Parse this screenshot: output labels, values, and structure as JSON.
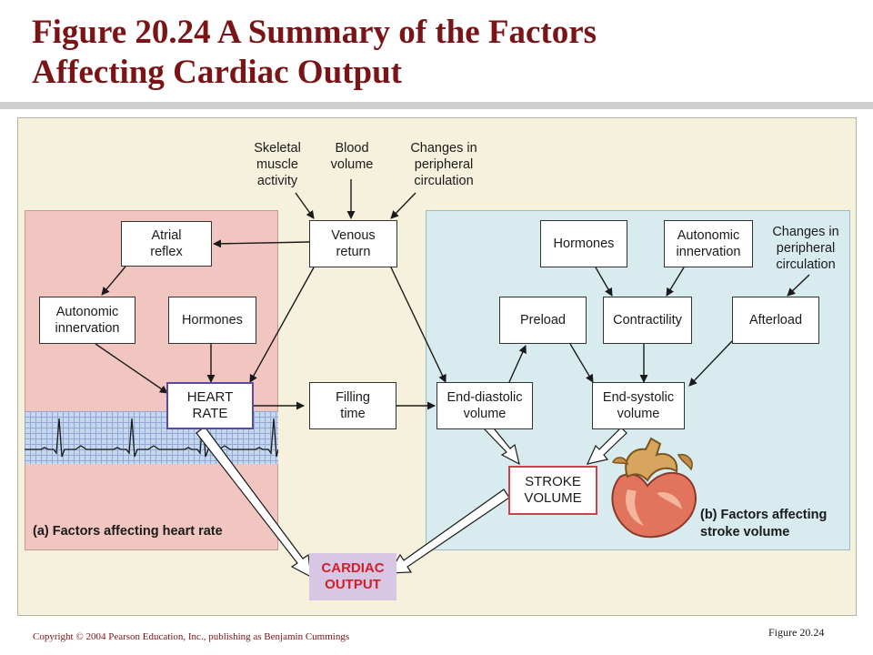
{
  "slide": {
    "title_line1": "Figure 20.24  A Summary of the Factors",
    "title_line2": "Affecting Cardiac Output",
    "footer_copyright": "Copyright © 2004 Pearson Education, Inc., publishing as Benjamin Cummings",
    "footer_figure": "Figure 20.24"
  },
  "diagram": {
    "top_labels": {
      "skeletal": "Skeletal\nmuscle\nactivity",
      "blood": "Blood\nvolume",
      "peripheral_top": "Changes in\nperipheral\ncirculation"
    },
    "nodes": {
      "venous_return": "Venous\nreturn",
      "atrial_reflex": "Atrial\nreflex",
      "autonomic_a": "Autonomic\ninnervation",
      "hormones_a": "Hormones",
      "heart_rate": "HEART\nRATE",
      "filling_time": "Filling\ntime",
      "end_diastolic": "End-diastolic\nvolume",
      "hormones_b": "Hormones",
      "autonomic_b": "Autonomic\ninnervation",
      "preload": "Preload",
      "contractility": "Contractility",
      "afterload": "Afterload",
      "end_systolic": "End-systolic\nvolume",
      "stroke_volume": "STROKE\nVOLUME",
      "cardiac_output": "CARDIAC\nOUTPUT"
    },
    "panel_b_label": "Changes in\nperipheral\ncirculation",
    "panel_a_caption": "(a) Factors affecting heart rate",
    "panel_b_caption": "(b) Factors affecting\nstroke volume"
  }
}
